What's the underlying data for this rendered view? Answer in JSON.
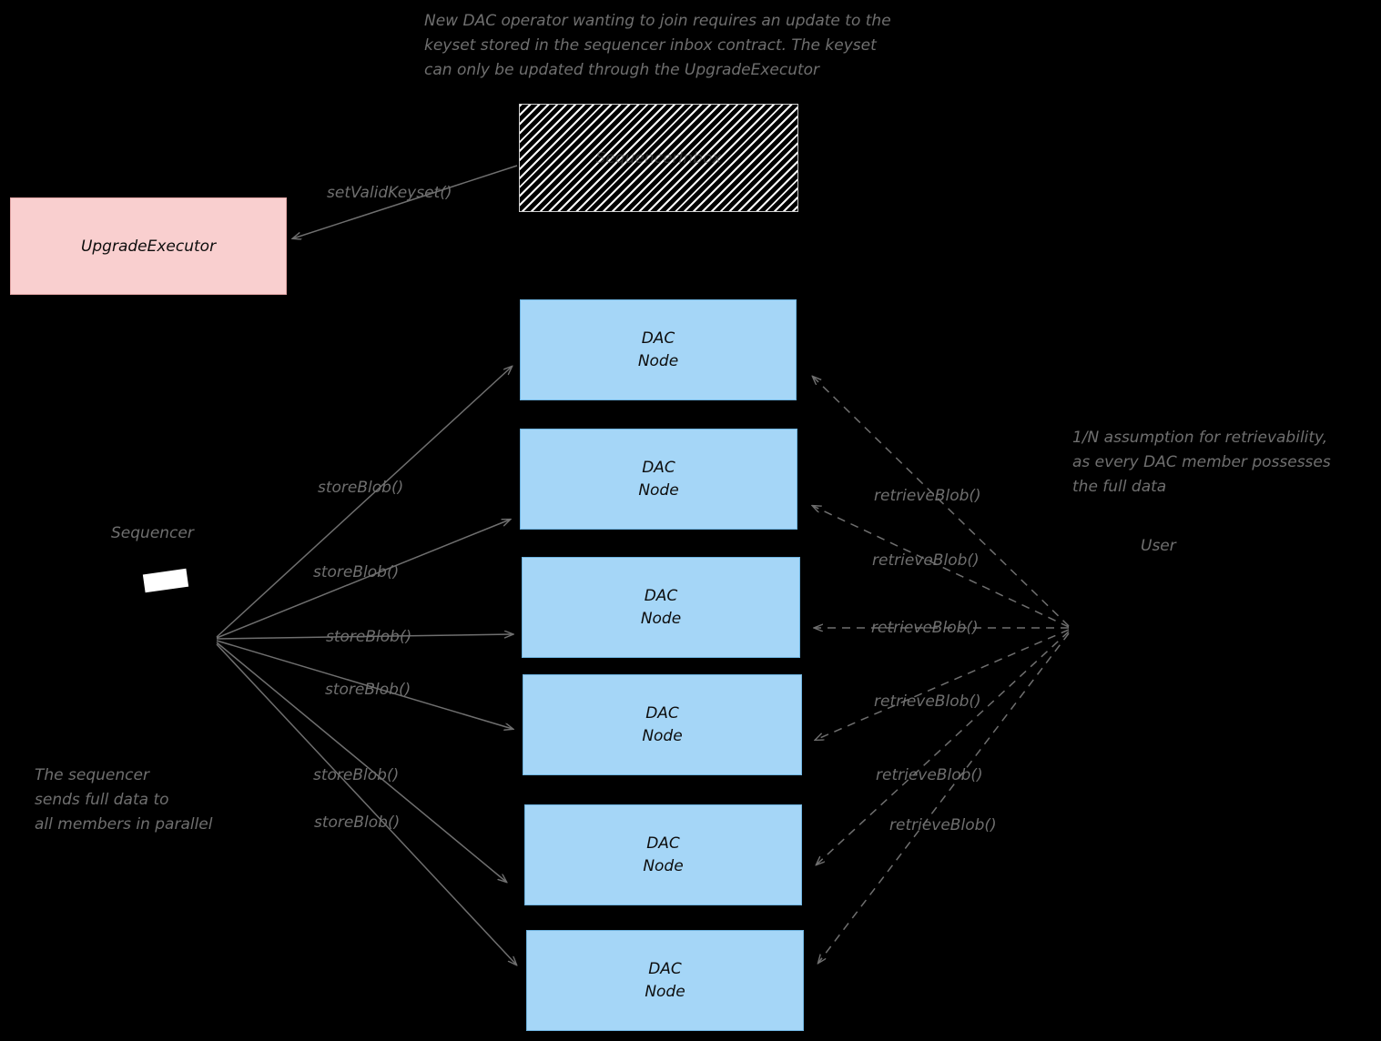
{
  "diagram": {
    "title_note": "New DAC operator wanting to join requires an update to the\nkeyset stored in the sequencer inbox contract. The keyset\ncan only be updated through the UpgradeExecutor",
    "notes": [
      {
        "name": "note-retrievability",
        "text": "1/N assumption for retrievability,\nas every DAC member possesses\nthe full data"
      },
      {
        "name": "note-sequencer-parallel",
        "text": "The sequencer\nsends full data to\nall members in parallel"
      }
    ],
    "boxes": {
      "upgrade_executor": "UpgradeExecutor",
      "sequencer_inbox": "SequencerInbox",
      "dac_node_line1": "DAC",
      "dac_node_line2": "Node"
    },
    "actors": {
      "sequencer": "Sequencer",
      "user": "User"
    },
    "dac_nodes": [
      {
        "label_1": "DAC",
        "label_2": "Node"
      },
      {
        "label_1": "DAC",
        "label_2": "Node"
      },
      {
        "label_1": "DAC",
        "label_2": "Node"
      },
      {
        "label_1": "DAC",
        "label_2": "Node"
      },
      {
        "label_1": "DAC",
        "label_2": "Node"
      },
      {
        "label_1": "DAC",
        "label_2": "Node"
      }
    ],
    "edges": {
      "set_valid_keyset": "setValidKeyset()",
      "store_blob": "storeBlob()",
      "retrieve_blob": "retrieveBlob()"
    },
    "store_blob_labels": [
      "storeBlob()",
      "storeBlob()",
      "storeBlob()",
      "storeBlob()",
      "storeBlob()",
      "storeBlob()"
    ],
    "retrieve_blob_labels": [
      "retrieveBlob()",
      "retrieveBlob()",
      "retrieveBlob()",
      "retrieveBlob()",
      "retrieveBlob()",
      "retrieveBlob()"
    ],
    "colors": {
      "background": "#000000",
      "node_fill": "#a5d6f7",
      "upgrade_fill": "#f9cfcf",
      "text_muted": "#6f6f6f",
      "arrow": "#6f6f6f"
    }
  }
}
